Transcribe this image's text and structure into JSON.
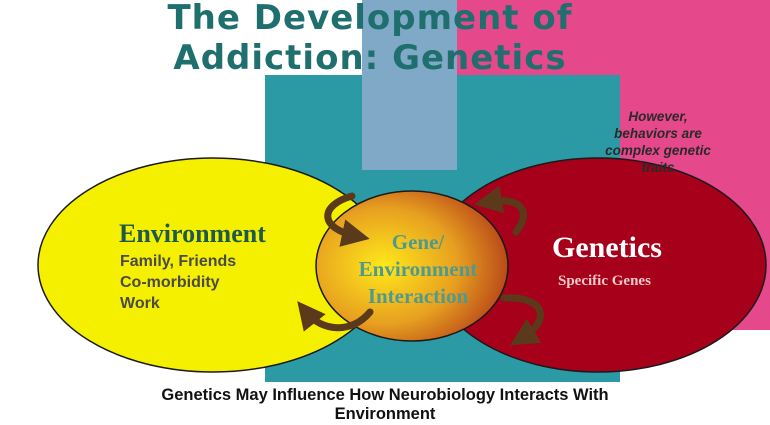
{
  "title": {
    "line1": "The Development of",
    "line2": "Addiction: Genetics"
  },
  "note": {
    "line1": "However,",
    "line2": "behaviors are",
    "line3": "complex genetic",
    "line4": "traits"
  },
  "environment": {
    "title": "Environment",
    "items": [
      "Family, Friends",
      "Co-morbidity",
      "Work"
    ]
  },
  "interaction": {
    "line1": "Gene/",
    "line2": "Environment",
    "line3": "Interaction"
  },
  "genetics": {
    "title": "Genetics",
    "subtitle": "Specific Genes"
  },
  "caption": {
    "line1": "Genetics May Influence How Neurobiology Interacts With",
    "line2": "Environment"
  },
  "colors": {
    "teal_block": "#2b9aa5",
    "light_blue_bar": "#7fa9c6",
    "pink_block": "#e6488c",
    "environment_circle": "#f5f000",
    "genetics_circle": "#a6001a",
    "arrow": "#5a3a1a"
  }
}
